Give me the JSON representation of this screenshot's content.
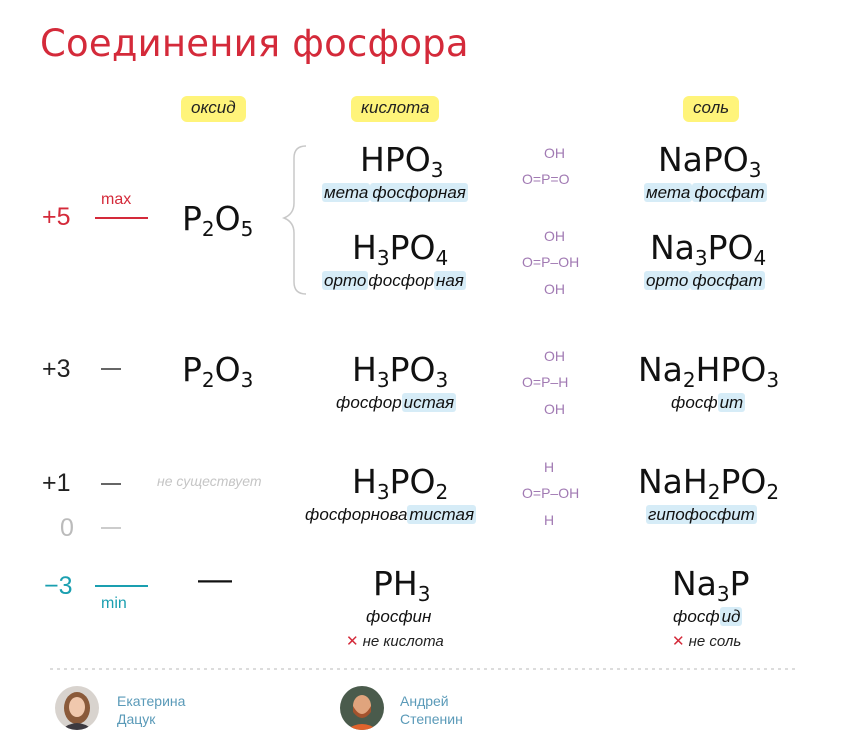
{
  "title": "Соединения фосфора",
  "headers": {
    "oxide": "оксид",
    "acid": "кислота",
    "salt": "соль"
  },
  "scale": {
    "max_label": "max",
    "min_label": "min",
    "levels": [
      "+5",
      "+3",
      "+1",
      "0",
      "−3"
    ]
  },
  "oxides": {
    "p5": {
      "base1": "P",
      "sub1": "2",
      "base2": "O",
      "sub2": "5"
    },
    "p3": {
      "base1": "P",
      "sub1": "2",
      "base2": "O",
      "sub2": "3"
    },
    "p1_note": "не существует",
    "pm3_dash": "—"
  },
  "acids": [
    {
      "parts": [
        "HPO",
        "3"
      ],
      "name_hl": "мета",
      "name_rest": "фосфорная"
    },
    {
      "parts": [
        "H",
        "3",
        "PO",
        "4"
      ],
      "name_hl": "орто",
      "name_mid": "фосфор",
      "name_hl2": "ная"
    },
    {
      "parts": [
        "H",
        "3",
        "PO",
        "3"
      ],
      "name_pre": "фосфор",
      "name_hl": "истая"
    },
    {
      "parts": [
        "H",
        "3",
        "PO",
        "2"
      ],
      "name_pre": "фосфорнова",
      "name_hl": "тистая"
    },
    {
      "parts": [
        "PH",
        "3"
      ],
      "name": "фосфин",
      "not_label": "не кислота",
      "x": "✕"
    }
  ],
  "salts": [
    {
      "parts": [
        "NaPO",
        "3"
      ],
      "name_pre": "мета",
      "name_hl": "фосфат"
    },
    {
      "parts": [
        "Na",
        "3",
        "PO",
        "4"
      ],
      "name_pre": "орто",
      "name_hl": "фосфат"
    },
    {
      "parts": [
        "Na",
        "2",
        "HPO",
        "3"
      ],
      "name_pre": "фосф",
      "name_hl": "ит"
    },
    {
      "parts": [
        "NaH",
        "2",
        "PO",
        "2"
      ],
      "name_hl": "гипофосфит"
    },
    {
      "parts": [
        "Na",
        "3",
        "P"
      ],
      "name_pre": "фосф",
      "name_hl": "ид",
      "not_label": "не соль",
      "x": "✕"
    }
  ],
  "structures": {
    "s1": {
      "top": "OH",
      "mid": "O=P=O"
    },
    "s2": {
      "top": "OH",
      "mid": "O=P–OH",
      "bot": "OH"
    },
    "s3": {
      "top": "OH",
      "mid": "O=P–H",
      "bot": "OH"
    },
    "s4": {
      "top": "H",
      "mid": "O=P–OH",
      "bot": "H"
    }
  },
  "authors": [
    {
      "first": "Екатерина",
      "last": "Дацук"
    },
    {
      "first": "Андрей",
      "last": "Степенин"
    }
  ],
  "colors": {
    "title": "#d42a3a",
    "badge": "#fff47a",
    "highlight": "#d6ecf7",
    "scale_top": "#d42a3a",
    "scale_bottom": "#1a9fb0",
    "structure": "#a17ab3"
  }
}
